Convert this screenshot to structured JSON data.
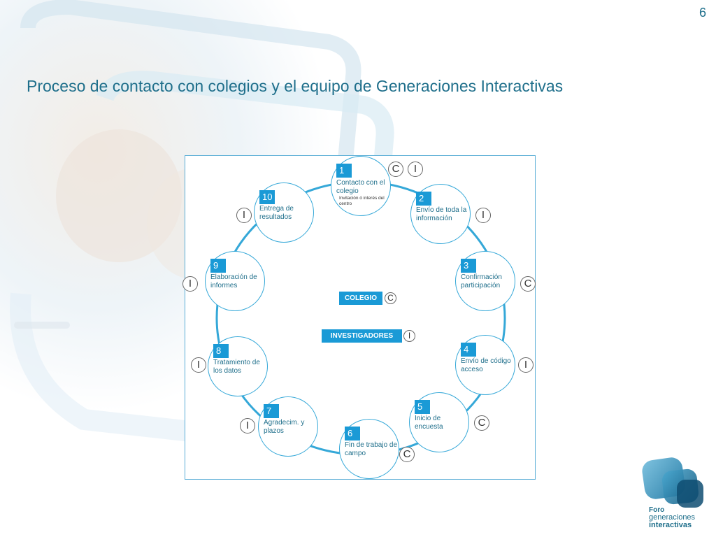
{
  "page": {
    "number": "6"
  },
  "title": "Proceso de contacto con colegios y el equipo de Generaciones Interactivas",
  "colors": {
    "accent": "#1a9ad6",
    "title": "#1f6f8b",
    "ring": "#35a8d8"
  },
  "steps": [
    {
      "num": "1",
      "label": "Contacto con el colegio",
      "sub": "Invitación ó interés del centro",
      "tags": [
        "C",
        "I"
      ]
    },
    {
      "num": "2",
      "label": "Envío de toda la información",
      "tags": [
        "I"
      ]
    },
    {
      "num": "3",
      "label": "Confirmación participación",
      "tags": [
        "C"
      ]
    },
    {
      "num": "4",
      "label": "Envío de código acceso",
      "tags": [
        "I"
      ]
    },
    {
      "num": "5",
      "label": "Inicio de encuesta",
      "tags": [
        "C"
      ]
    },
    {
      "num": "6",
      "label": "Fin de trabajo de campo",
      "tags": [
        "C"
      ]
    },
    {
      "num": "7",
      "label": "Agradecim. y plazos",
      "tags": [
        "I"
      ]
    },
    {
      "num": "8",
      "label": "Tratamiento de los datos",
      "tags": [
        "I"
      ]
    },
    {
      "num": "9",
      "label": "Elaboración de informes",
      "tags": [
        "I"
      ]
    },
    {
      "num": "10",
      "label": "Entrega de resultados",
      "tags": [
        "I"
      ]
    }
  ],
  "legend": [
    {
      "label": "COLEGIO",
      "code": "C"
    },
    {
      "label": "INVESTIGADORES",
      "code": "I"
    }
  ],
  "logo": {
    "line1": "Foro",
    "line2": "generaciones",
    "line3": "interactivas"
  }
}
